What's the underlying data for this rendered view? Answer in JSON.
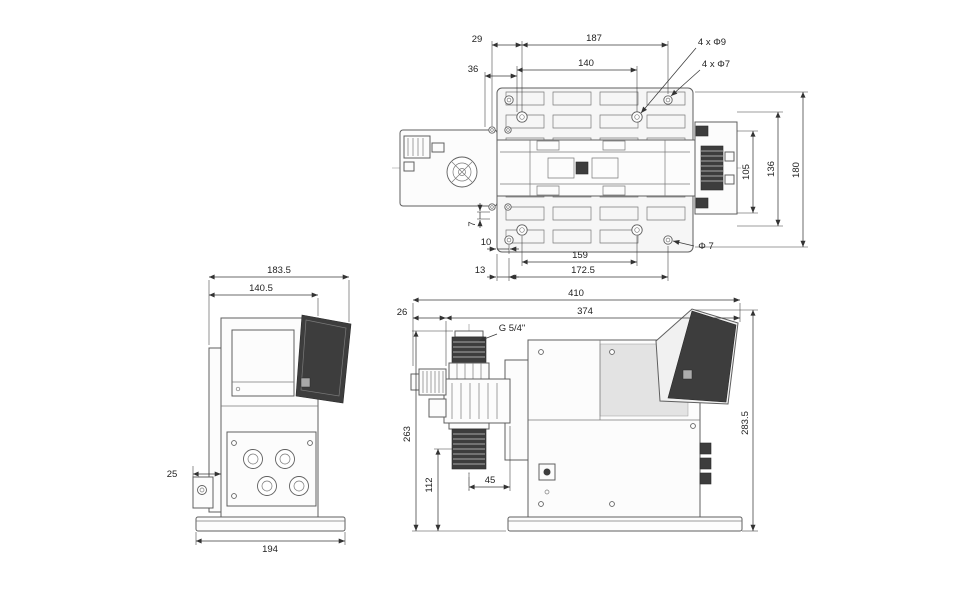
{
  "drawing": {
    "colors": {
      "line": "#5f5f5f",
      "dim": "#3a3a3a",
      "dark_fill": "#3d3d3d"
    }
  },
  "top_view": {
    "dims": {
      "w29": "29",
      "w187": "187",
      "w36": "36",
      "w140": "140",
      "holes_phi9": "4 x Φ9",
      "holes_phi7": "4 x Φ7",
      "h105": "105",
      "h136": "136",
      "h180": "180",
      "h7": "7",
      "w10": "10",
      "w159": "159",
      "w172_5": "172.5",
      "w13": "13",
      "phi7": "Φ 7"
    }
  },
  "front_view": {
    "dims": {
      "w183_5": "183.5",
      "w140_5": "140.5",
      "w25": "25",
      "w194": "194"
    }
  },
  "side_view": {
    "dims": {
      "w410": "410",
      "w374": "374",
      "w26": "26",
      "thread": "G 5/4\"",
      "h263": "263",
      "h112": "112",
      "w45": "45",
      "h283_5": "283.5"
    }
  }
}
